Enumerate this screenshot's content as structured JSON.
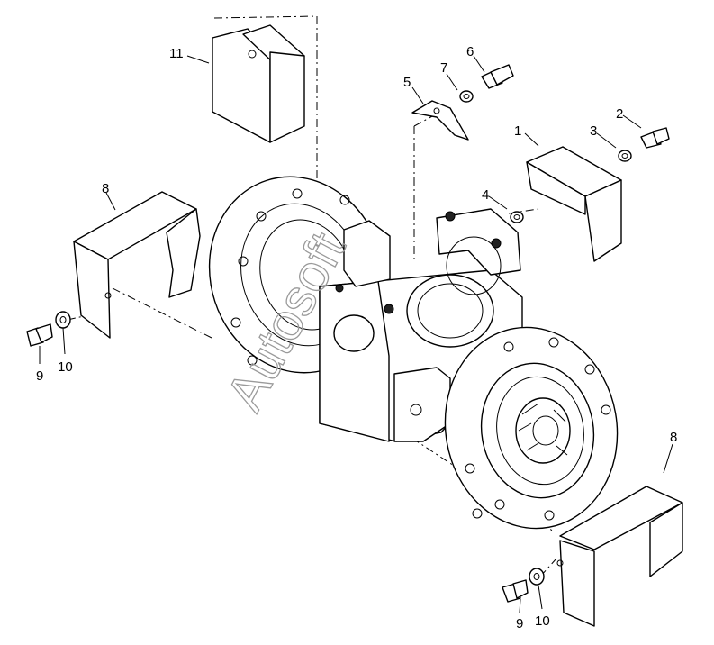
{
  "callouts": {
    "c1": "1",
    "c2": "2",
    "c3": "3",
    "c4": "4",
    "c5": "5",
    "c6": "6",
    "c7": "7",
    "c8a": "8",
    "c8b": "8",
    "c9a": "9",
    "c10a": "10",
    "c9b": "9",
    "c10b": "10",
    "c11": "11"
  },
  "watermark": "Autosoft"
}
